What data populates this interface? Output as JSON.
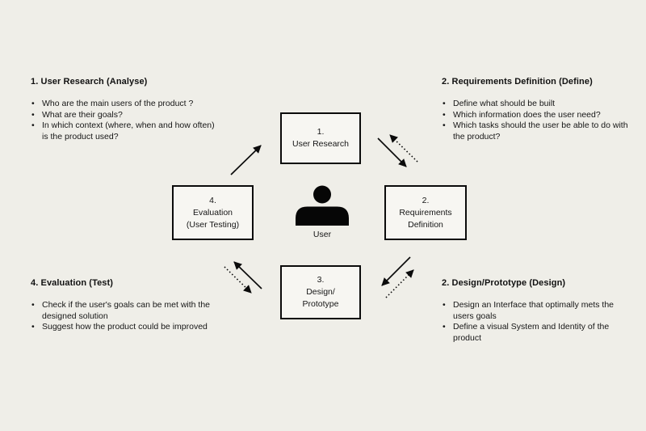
{
  "canvas": {
    "background_color": "#efeee8",
    "box_fill_color": "#f7f6f2",
    "line_color": "#0b0b0b"
  },
  "notes": {
    "top_left": {
      "heading": "1. User Research (Analyse)",
      "bullets": [
        [
          "Who are the main users of the product ?"
        ],
        [
          "What are their goals?"
        ],
        [
          "In which context (where, when and how often)",
          "is the product used?"
        ]
      ]
    },
    "top_right": {
      "heading": "2. Requirements Definition (Define)",
      "bullets": [
        [
          "Define what should be built"
        ],
        [
          "Which information does the user need?"
        ],
        [
          "Which tasks should the user be able to do with",
          "the product?"
        ]
      ]
    },
    "bottom_left": {
      "heading": "4. Evaluation (Test)",
      "bullets": [
        [
          "Check if the user's goals can be met with the",
          "designed solution"
        ],
        [
          "Suggest how the product could be improved"
        ]
      ]
    },
    "bottom_right": {
      "heading": "2. Design/Prototype (Design)",
      "bullets": [
        [
          "Design an Interface that optimally mets the",
          "users goals"
        ],
        [
          "Define a visual System and Identity of the",
          "product"
        ]
      ]
    }
  },
  "boxes": {
    "box1": {
      "number": "1.",
      "line1": "User Research"
    },
    "box2": {
      "number": "2.",
      "line1": "Requirements",
      "line2": "Definition"
    },
    "box3": {
      "number": "3.",
      "line1": "Design/",
      "line2": "Prototype"
    },
    "box4": {
      "number": "4.",
      "line1": "Evaluation",
      "line2": "(User Testing)"
    }
  },
  "center": {
    "icon": "person-icon",
    "label": "User"
  }
}
